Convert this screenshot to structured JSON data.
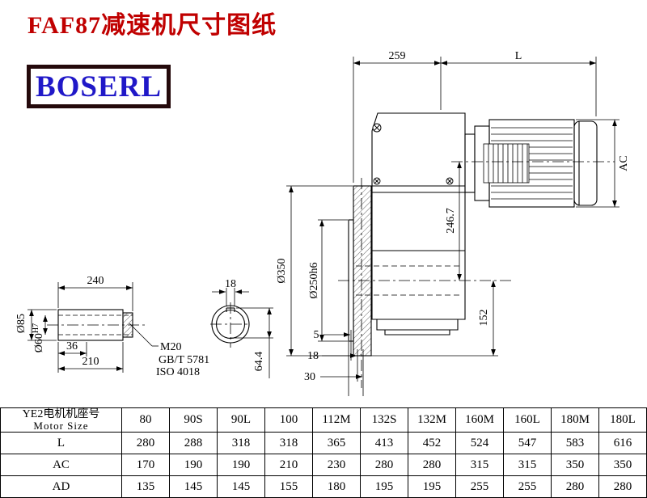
{
  "header": {
    "title": "FAF87减速机尺寸图纸",
    "brand": "BOSERL"
  },
  "colors": {
    "title_red": "#c00000",
    "brand_blue": "#2018c8",
    "line_black": "#000000"
  },
  "drawing": {
    "labels": {
      "top_width": "259",
      "motor_length": "L",
      "motor_diameter": "AC",
      "flange_diameter": "Ø350",
      "spigot_diameter": "Ø250h6",
      "center_distance": "246.7",
      "axis_to_base": "152",
      "step_5": "5",
      "step_18": "18",
      "step_30": "30",
      "shaft_total_length": "240",
      "shaft_length": "210",
      "key_offset": "36",
      "shaft_diameter": "Ø85",
      "bore_diameter": "Ø60",
      "bore_tolerance": "H7",
      "thread": "M20",
      "standard_gb": "GB/T 5781",
      "standard_iso": "ISO 4018",
      "key_width": "18",
      "key_depth": "64.4"
    }
  },
  "table": {
    "header_cn": "YE2电机机座号",
    "header_en": "Motor Size",
    "sizes": [
      "80",
      "90S",
      "90L",
      "100",
      "112M",
      "132S",
      "132M",
      "160M",
      "160L",
      "180M",
      "180L"
    ],
    "rows": [
      {
        "label": "L",
        "values": [
          "280",
          "288",
          "318",
          "318",
          "365",
          "413",
          "452",
          "524",
          "547",
          "583",
          "616"
        ]
      },
      {
        "label": "AC",
        "values": [
          "170",
          "190",
          "190",
          "210",
          "230",
          "280",
          "280",
          "315",
          "315",
          "350",
          "350"
        ]
      },
      {
        "label": "AD",
        "values": [
          "135",
          "145",
          "145",
          "155",
          "180",
          "195",
          "195",
          "255",
          "255",
          "280",
          "280"
        ]
      }
    ]
  }
}
